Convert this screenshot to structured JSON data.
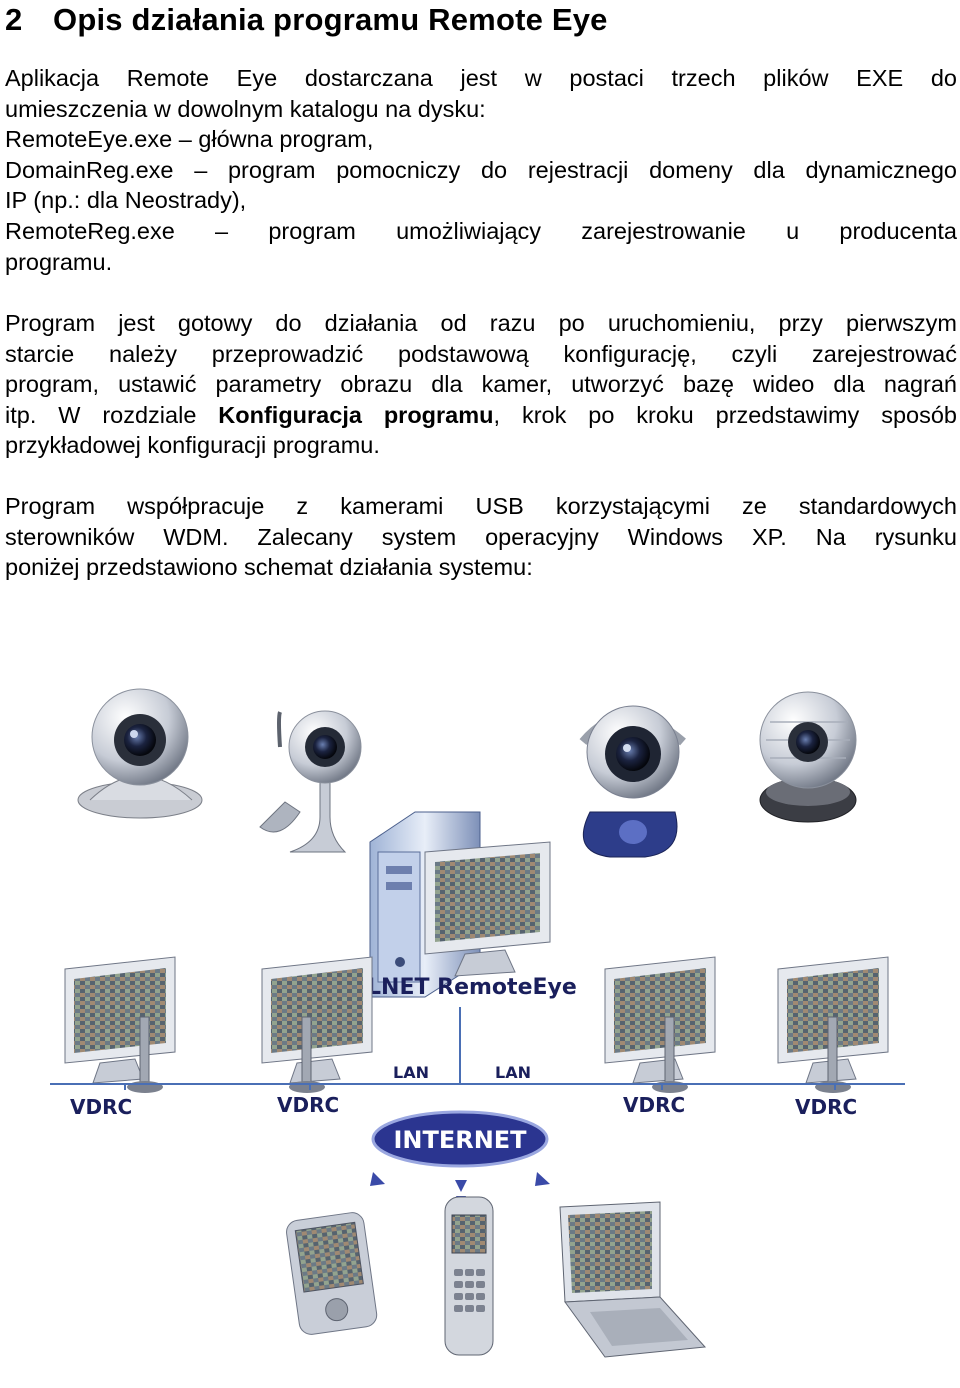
{
  "heading": {
    "number": "2",
    "title": "Opis działania programu Remote Eye"
  },
  "para1": {
    "lines": [
      "Aplikacja Remote Eye dostarczana jest w postaci trzech plików EXE do",
      "umieszczenia w dowolnym katalogu na dysku:",
      "RemoteEye.exe – główna program,",
      "DomainReg.exe – program pomocniczy do rejestracji domeny dla dynamicznego",
      "IP (np.: dla Neostrady),",
      "RemoteReg.exe – program umożliwiający zarejestrowanie u producenta",
      "programu."
    ]
  },
  "para2": {
    "lines": [
      "Program jest gotowy do działania od razu po uruchomieniu, przy pierwszym",
      "starcie należy przeprowadzić podstawową konfigurację, czyli zarejestrować",
      "program, ustawić parametry obrazu dla kamer, utworzyć bazę wideo dla nagrań"
    ],
    "line4_pre": "itp. W rozdziale ",
    "line4_bold": "Konfiguracja programu",
    "line4_post": ", krok po kroku przedstawimy sposób",
    "line5": "przykładowej konfiguracji programu."
  },
  "para3": {
    "lines": [
      "Program współpracuje z kamerami USB korzystającymi ze standardowych",
      "sterowników WDM. Zalecany system operacyjny Windows XP. Na rysunku",
      "poniżej przedstawiono schemat działania systemu:"
    ]
  },
  "diagram": {
    "server_label": "ALNET RemoteEye",
    "lan_left": "LAN",
    "lan_right": "LAN",
    "client_labels": [
      "VDRC",
      "VDRC",
      "VDRC",
      "VDRC"
    ],
    "internet_label": "INTERNET",
    "icons": [
      "webcam-icon",
      "pc-tower-icon",
      "monitor-icon",
      "pda-icon",
      "mobile-phone-icon",
      "laptop-icon"
    ],
    "colors": {
      "label": "#1a1f5c",
      "internet_bg": "#2b3590",
      "network_line": "#4a6fb5"
    }
  }
}
